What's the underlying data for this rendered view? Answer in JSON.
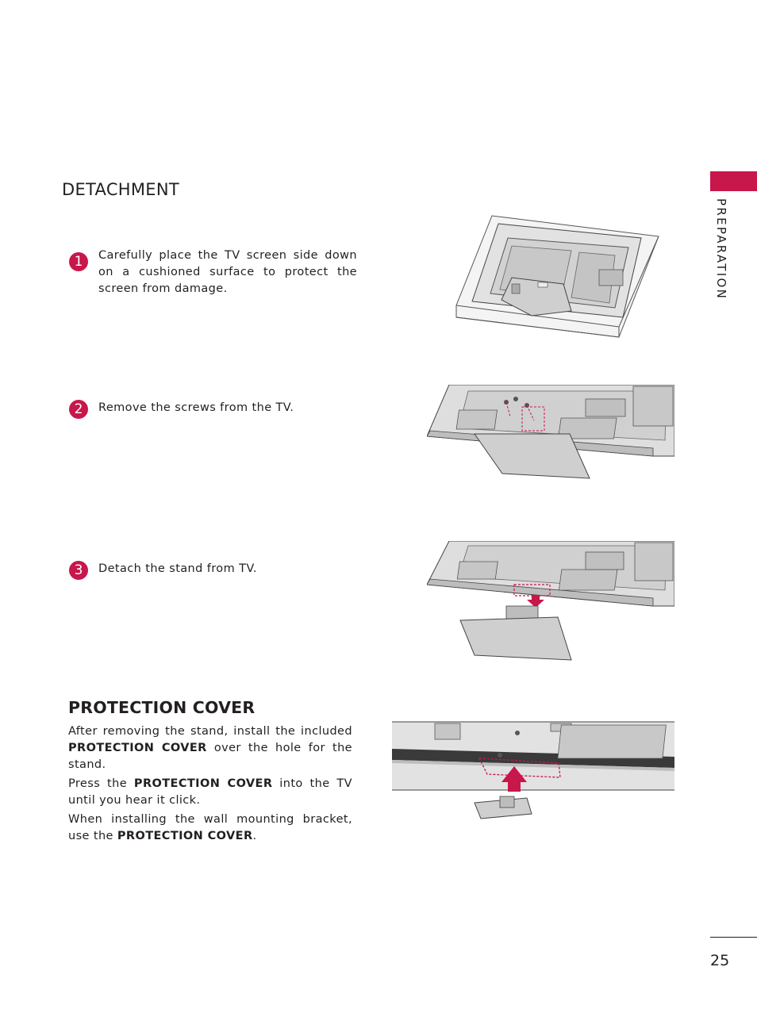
{
  "side_tab": {
    "label": "PREPARATION",
    "color": "#c8174a"
  },
  "detachment": {
    "title": "DETACHMENT",
    "steps": [
      {
        "number": "1",
        "text": "Carefully place the TV screen side down on a cushioned surface to protect the screen from damage."
      },
      {
        "number": "2",
        "text": "Remove the screws from the TV."
      },
      {
        "number": "3",
        "text": "Detach the stand from TV."
      }
    ]
  },
  "protection_cover": {
    "title": "PROTECTION COVER",
    "p1_a": "After removing the stand, install the included ",
    "p1_bold": "PROTECTION COVER",
    "p1_b": " over the hole for the stand.",
    "p2_a": "Press the ",
    "p2_bold": "PROTECTION COVER",
    "p2_b": " into the TV until you hear it click.",
    "p3_a": "When installing the wall mounting bracket, use the ",
    "p3_bold": "PROTECTION COVER",
    "p3_b": "."
  },
  "page_number": "25",
  "accent_color": "#c8174a"
}
